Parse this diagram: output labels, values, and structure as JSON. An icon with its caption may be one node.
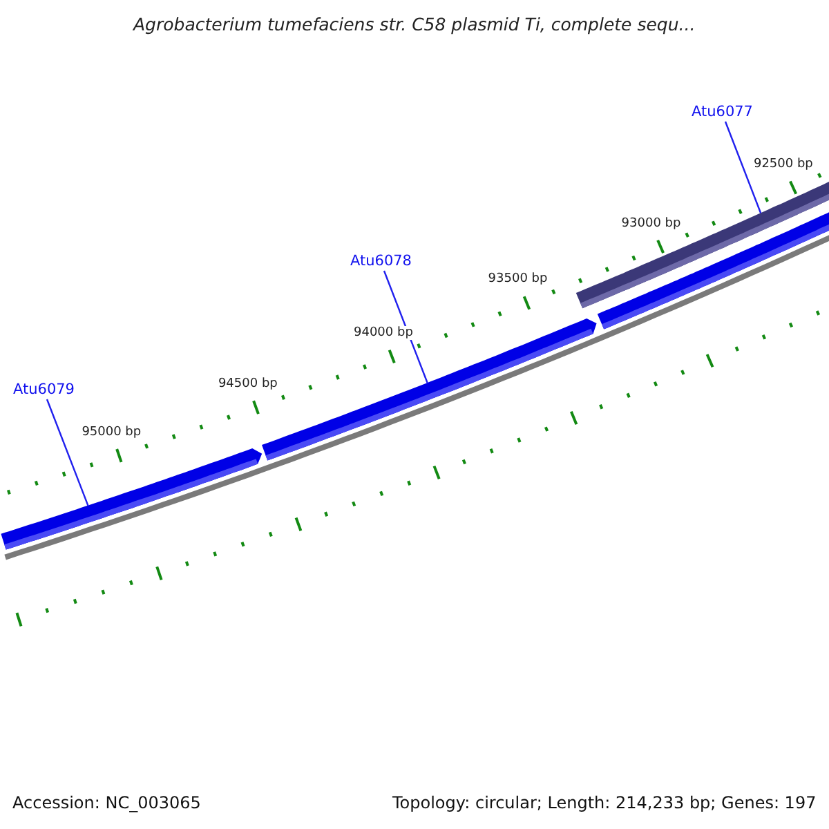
{
  "diagram": {
    "title": "Agrobacterium tumefaciens str. C58 plasmid Ti, complete sequ...",
    "nodes": [
      {
        "text": [
          "Atu6079"
        ]
      },
      {
        "text": [
          "Atu6078"
        ]
      },
      {
        "text": [
          "Atu6077"
        ]
      },
      {
        "text": [],
        "shape": "bar"
      },
      {
        "text": [],
        "shape": "bar"
      },
      {
        "text": [],
        "shape": "bar"
      },
      {
        "text": [],
        "shape": "bar"
      }
    ],
    "edges": [
      {
        "from": 0,
        "to": 3,
        "arrow": "none"
      },
      {
        "from": 1,
        "to": 4,
        "arrow": "none"
      },
      {
        "from": 2,
        "to": 5,
        "arrow": "none"
      }
    ],
    "labels": [
      "92500 bp",
      "93000 bp",
      "93500 bp",
      "94000 bp",
      "94500 bp",
      "95000 bp",
      "Accession: NC_003065",
      "Topology: circular; Length: 214,233 bp; Genes: 197"
    ]
  }
}
